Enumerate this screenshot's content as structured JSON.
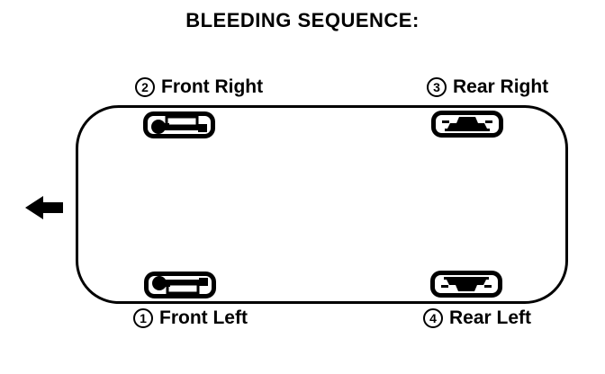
{
  "title": "BLEEDING SEQUENCE:",
  "colors": {
    "ink": "#000000",
    "background": "#ffffff"
  },
  "car": {
    "front_direction_arrow": "left",
    "wheels": [
      {
        "seq": "1",
        "label": "Front Left",
        "position": "bottom-left",
        "brake_icon": "front-caliper-icon"
      },
      {
        "seq": "2",
        "label": "Front Right",
        "position": "top-left",
        "brake_icon": "front-caliper-icon"
      },
      {
        "seq": "3",
        "label": "Rear Right",
        "position": "top-right",
        "brake_icon": "rear-wheel-cylinder-icon"
      },
      {
        "seq": "4",
        "label": "Rear Left",
        "position": "bottom-right",
        "brake_icon": "rear-wheel-cylinder-icon"
      }
    ]
  }
}
